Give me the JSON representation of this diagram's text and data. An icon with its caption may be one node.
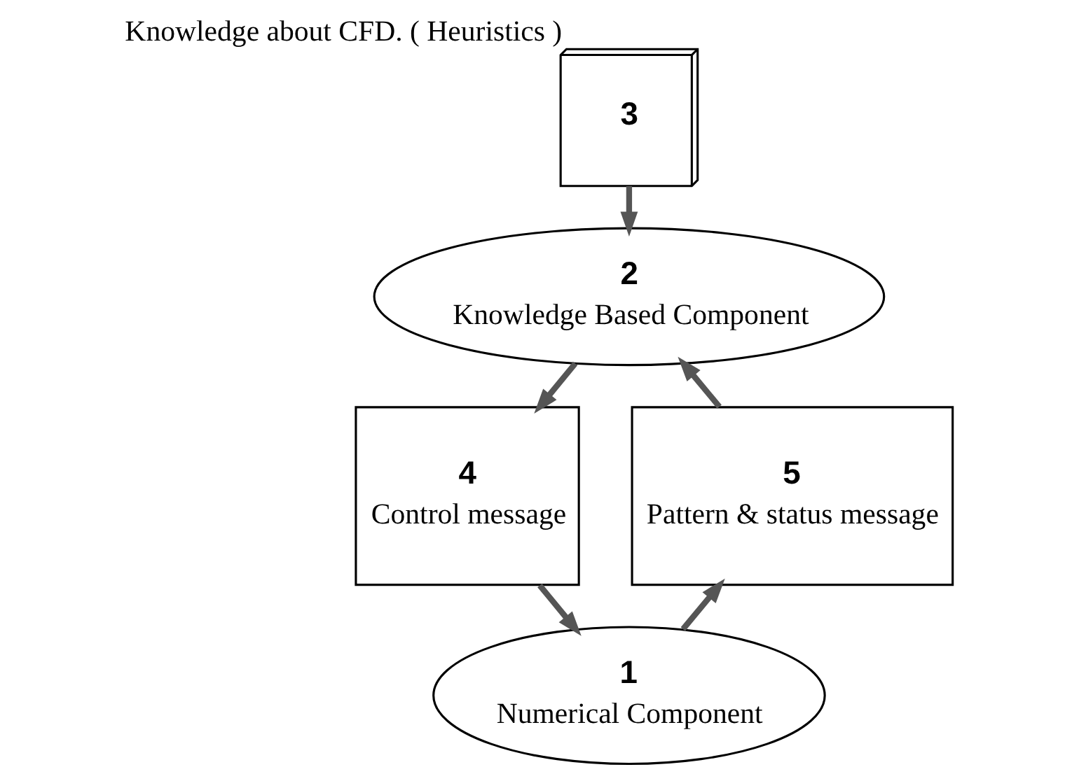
{
  "diagram": {
    "nodes": [
      {
        "text": [
          "3"
        ],
        "beside": [
          "Knowledge about CFD. ( Heuristics )"
        ]
      },
      {
        "text": [
          "2",
          "Knowledge Based Component"
        ]
      },
      {
        "text": [
          "4",
          "Control message"
        ]
      },
      {
        "text": [
          "5",
          "Pattern & status message"
        ]
      },
      {
        "text": [
          "1",
          "Numerical Component"
        ]
      }
    ],
    "edges": [
      {
        "from": 0,
        "to": 1,
        "arrow": "to"
      },
      {
        "from": 1,
        "to": 2,
        "arrow": "to"
      },
      {
        "from": 2,
        "to": 4,
        "arrow": "to"
      },
      {
        "from": 4,
        "to": 3,
        "arrow": "to"
      },
      {
        "from": 3,
        "to": 1,
        "arrow": "to"
      }
    ]
  }
}
